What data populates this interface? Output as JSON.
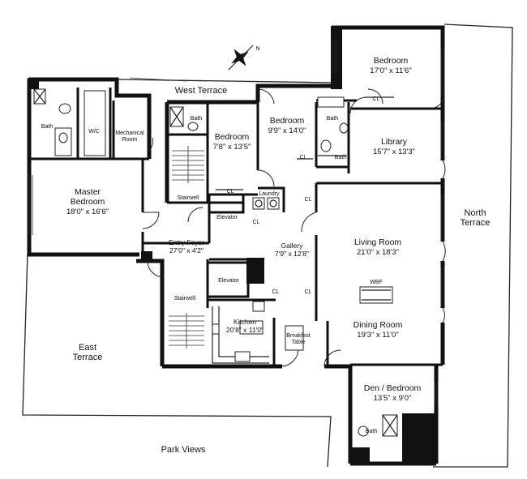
{
  "rooms": {
    "bedroom_ne": {
      "name": "Bedroom",
      "dims": "17'0\" x 11'6\""
    },
    "library": {
      "name": "Library",
      "dims": "15'7\" x 13'3\""
    },
    "bedroom_mid": {
      "name": "Bedroom",
      "dims": "9'9\" x 14'0\""
    },
    "bedroom_small": {
      "name": "Bedroom",
      "dims": "7'8\" x 13'5\""
    },
    "master_bedroom": {
      "name": "Master",
      "name2": "Bedroom",
      "dims": "18'0\" x 16'6\""
    },
    "entry_foyer": {
      "name": "Entry Foyer",
      "dims": "27'0\" x 4'2\""
    },
    "gallery": {
      "name": "Gallery",
      "dims": "7'9\" x 12'8\""
    },
    "living_room": {
      "name": "Living Room",
      "dims": "21'0\" x 18'3\""
    },
    "dining_room": {
      "name": "Dining Room",
      "dims": "19'3\" x 11'0\""
    },
    "kitchen": {
      "name": "Kitchen",
      "dims": "20'8\" x 11'0\""
    },
    "den": {
      "name": "Den / Bedroom",
      "dims": "13'5\" x 9'0\""
    }
  },
  "labels": {
    "west_terrace": "West Terrace",
    "north_terrace_1": "North",
    "north_terrace_2": "Terrace",
    "east_terrace_1": "East",
    "east_terrace_2": "Terrace",
    "park_views": "Park Views",
    "bath": "Bath",
    "wic": "W/C",
    "mechanical_1": "Mechanical",
    "mechanical_2": "Room",
    "laundry": "Laundry",
    "stairwell": "Stairwell",
    "elevator": "Elevator",
    "closet": "CL",
    "wbf": "WBF",
    "breakfast_1": "Breakfast",
    "breakfast_2": "Table",
    "compass_n": "N"
  }
}
